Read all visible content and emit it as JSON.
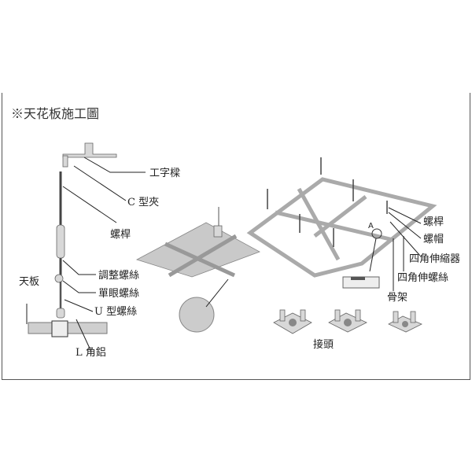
{
  "title": "※天花板施工圖",
  "left_labels": {
    "i_beam": "工字樑",
    "c_clamp": "C 型夾",
    "screw_rod": "螺桿",
    "turnbuckle": "調整螺絲",
    "eye_bolt": "單眼螺絲",
    "u_bolt": "U 型螺絲",
    "ceiling_panel": "天板",
    "l_aluminum": "L 角鋁"
  },
  "right_labels": {
    "screw_rod": "螺桿",
    "nut": "螺帽",
    "square_extender": "四角伸縮器",
    "square_screw": "四角伸螺絲",
    "frame": "骨架",
    "detail_a": "A",
    "joints": "接頭"
  }
}
